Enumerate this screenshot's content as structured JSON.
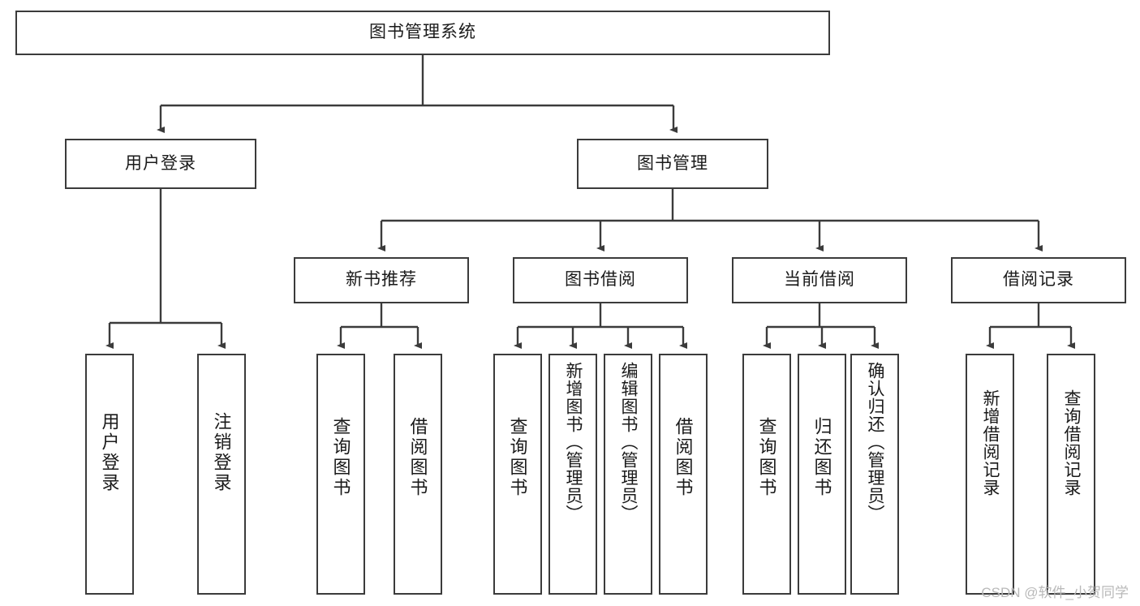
{
  "diagram": {
    "type": "hierarchy-tree",
    "title": "图书管理系统",
    "watermark": "CSDN @软件_小贺同学",
    "colors": {
      "box_border": "#3b3b3b",
      "box_fill": "#ffffff",
      "connector": "#3b3b3b",
      "text": "#1a1a1a",
      "watermark": "#b9b9b9",
      "background": "#ffffff"
    },
    "nodes": {
      "root": {
        "label": "图书管理系统"
      },
      "level2": [
        {
          "id": "user-login",
          "label": "用户登录"
        },
        {
          "id": "book-manage",
          "label": "图书管理"
        }
      ],
      "level3": [
        {
          "id": "new-book-recommend",
          "label": "新书推荐"
        },
        {
          "id": "book-borrow",
          "label": "图书借阅"
        },
        {
          "id": "current-borrow",
          "label": "当前借阅"
        },
        {
          "id": "borrow-record",
          "label": "借阅记录"
        }
      ],
      "leaves": {
        "user_login": [
          {
            "id": "leaf-user-login",
            "label": "用户登录"
          },
          {
            "id": "leaf-logout",
            "label": "注销登录"
          }
        ],
        "new_book_recommend": [
          {
            "id": "leaf-query-book-1",
            "label": "查询图书"
          },
          {
            "id": "leaf-borrow-book-1",
            "label": "借阅图书"
          }
        ],
        "book_borrow": [
          {
            "id": "leaf-query-book-2",
            "label": "查询图书"
          },
          {
            "id": "leaf-add-book",
            "label": "新增图书（管理员）"
          },
          {
            "id": "leaf-edit-book",
            "label": "编辑图书（管理员）"
          },
          {
            "id": "leaf-borrow-book-2",
            "label": "借阅图书"
          }
        ],
        "current_borrow": [
          {
            "id": "leaf-query-book-3",
            "label": "查询图书"
          },
          {
            "id": "leaf-return-book",
            "label": "归还图书"
          },
          {
            "id": "leaf-confirm-return",
            "label": "确认归还（管理员）"
          }
        ],
        "borrow_record": [
          {
            "id": "leaf-add-record",
            "label": "新增借阅记录"
          },
          {
            "id": "leaf-query-record",
            "label": "查询借阅记录"
          }
        ]
      }
    }
  }
}
